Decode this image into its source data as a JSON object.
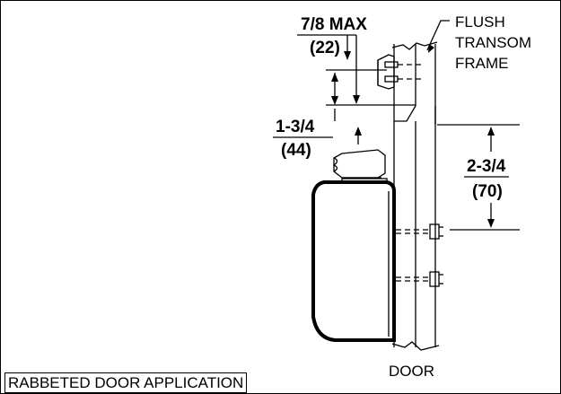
{
  "labels": {
    "dim_top": "7/8 MAX",
    "dim_top_mm": "(22)",
    "dim_mid": "1-3/4",
    "dim_mid_mm": "(44)",
    "dim_right": "2-3/4",
    "dim_right_mm": "(70)",
    "frame_line1": "FLUSH",
    "frame_line2": "TRANSOM",
    "frame_line3": "FRAME",
    "door": "DOOR",
    "caption": "RABBETED DOOR APPLICATION"
  },
  "colors": {
    "line": "#000000",
    "background": "#ffffff"
  }
}
